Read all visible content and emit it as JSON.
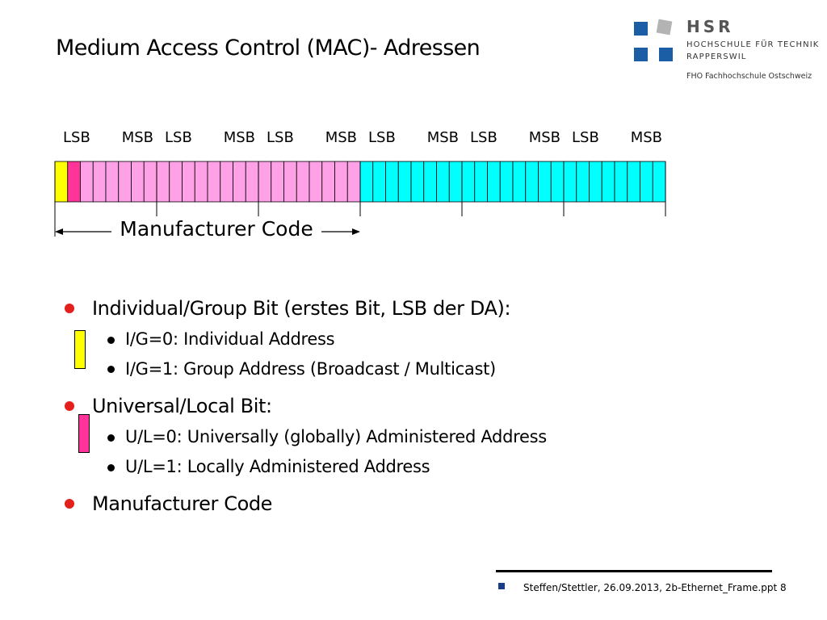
{
  "slide": {
    "title": "Medium Access Control (MAC)- Adressen"
  },
  "logo": {
    "name": "HSR",
    "line1": "HOCHSCHULE FÜR TECHNIK",
    "line2": "RAPPERSWIL",
    "line3": "FHO Fachhochschule Ostschweiz",
    "colors": {
      "blue": "#1b5ea6",
      "gray": "#b3b3b3"
    }
  },
  "diagram": {
    "bytes": [
      {
        "lsb": "LSB",
        "msb": "MSB",
        "bits": [
          "yellow",
          "deep-pink",
          "pink",
          "pink",
          "pink",
          "pink",
          "pink",
          "pink"
        ]
      },
      {
        "lsb": "LSB",
        "msb": "MSB",
        "bits": [
          "pink",
          "pink",
          "pink",
          "pink",
          "pink",
          "pink",
          "pink",
          "pink"
        ]
      },
      {
        "lsb": "LSB",
        "msb": "MSB",
        "bits": [
          "pink",
          "pink",
          "pink",
          "pink",
          "pink",
          "pink",
          "pink",
          "pink"
        ]
      },
      {
        "lsb": "LSB",
        "msb": "MSB",
        "bits": [
          "cyan",
          "cyan",
          "cyan",
          "cyan",
          "cyan",
          "cyan",
          "cyan",
          "cyan"
        ]
      },
      {
        "lsb": "LSB",
        "msb": "MSB",
        "bits": [
          "cyan",
          "cyan",
          "cyan",
          "cyan",
          "cyan",
          "cyan",
          "cyan",
          "cyan"
        ]
      },
      {
        "lsb": "LSB",
        "msb": "MSB",
        "bits": [
          "cyan",
          "cyan",
          "cyan",
          "cyan",
          "cyan",
          "cyan",
          "cyan",
          "cyan"
        ]
      }
    ],
    "manufacturer_label": "Manufacturer Code",
    "colors": {
      "yellow": "#ffff00",
      "deep-pink": "#ff3399",
      "pink": "#ffa1e6",
      "cyan": "#00ffff",
      "grid": "#000000"
    }
  },
  "bullets": [
    {
      "text": "Individual/Group Bit (erstes Bit, LSB der DA):",
      "marker_color": "#ffff00",
      "children": [
        "I/G=0:  Individual Address",
        "I/G=1:  Group Address (Broadcast / Multicast)"
      ]
    },
    {
      "text": "Universal/Local Bit:",
      "marker_color": "#ff3399",
      "children": [
        "U/L=0:  Universally (globally) Administered Address",
        "U/L=1:  Locally Administered Address"
      ]
    },
    {
      "text": "Manufacturer Code",
      "children": []
    }
  ],
  "footer": {
    "text": "Steffen/Stettler, 26.09.2013, 2b-Ethernet_Frame.ppt 8"
  }
}
